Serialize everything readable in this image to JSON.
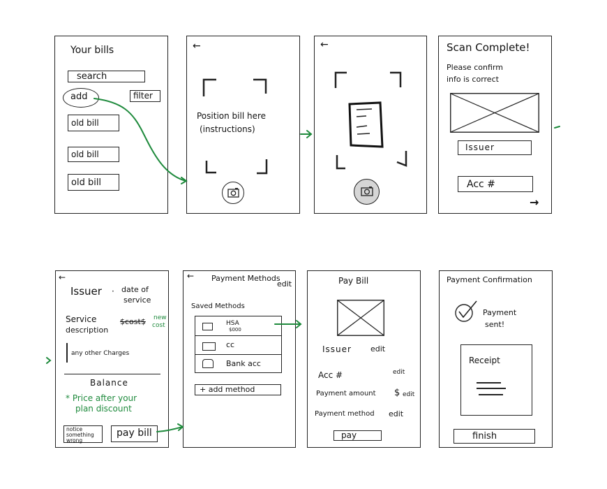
{
  "colors": {
    "ink": "#222222",
    "accent_green": "#1e8a3c"
  },
  "s1": {
    "title": "Your bills",
    "search": "search",
    "add": "add",
    "filter": "filter",
    "bills": [
      "old bill",
      "old bill",
      "old bill"
    ]
  },
  "s2": {
    "back": "←",
    "instruction_1": "Position bill here",
    "instruction_2": "(instructions)",
    "camera_icon": "camera-icon"
  },
  "s3": {
    "back": "←",
    "camera_icon": "camera-icon"
  },
  "s4": {
    "title": "Scan Complete!",
    "sub1": "Please confirm",
    "sub2": "info is correct",
    "issuer": "Issuer",
    "acc": "Acc #",
    "next": "→"
  },
  "s5": {
    "back": "←",
    "issuer": "Issuer",
    "date_of": "date of",
    "service": "service",
    "service_description": "Service",
    "service_description_2": "description",
    "cost": "$cost$",
    "new_cost_1": "new",
    "new_cost_2": "cost",
    "other_charges": "any other Charges",
    "balance": "Balance",
    "note_1": "* Price after your",
    "note_2": "plan discount",
    "notice": "notice something wrong",
    "pay_bill": "pay bill"
  },
  "s6": {
    "back": "←",
    "title": "Payment Methods",
    "edit": "edit",
    "saved": "Saved Methods",
    "methods": [
      {
        "label": "HSA",
        "sub": "$000"
      },
      {
        "label": "cc",
        "sub": ""
      },
      {
        "label": "Bank acc",
        "sub": ""
      }
    ],
    "add_method": "+ add method"
  },
  "s7": {
    "title": "Pay Bill",
    "issuer": "Issuer",
    "edit": "edit",
    "acc": "Acc #",
    "payment_amount": "Payment amount",
    "dollar": "$",
    "payment_method": "Payment method",
    "pay": "pay"
  },
  "s8": {
    "title": "Payment Confirmation",
    "sent_1": "Payment",
    "sent_2": "sent!",
    "receipt": "Receipt",
    "finish": "finish"
  }
}
